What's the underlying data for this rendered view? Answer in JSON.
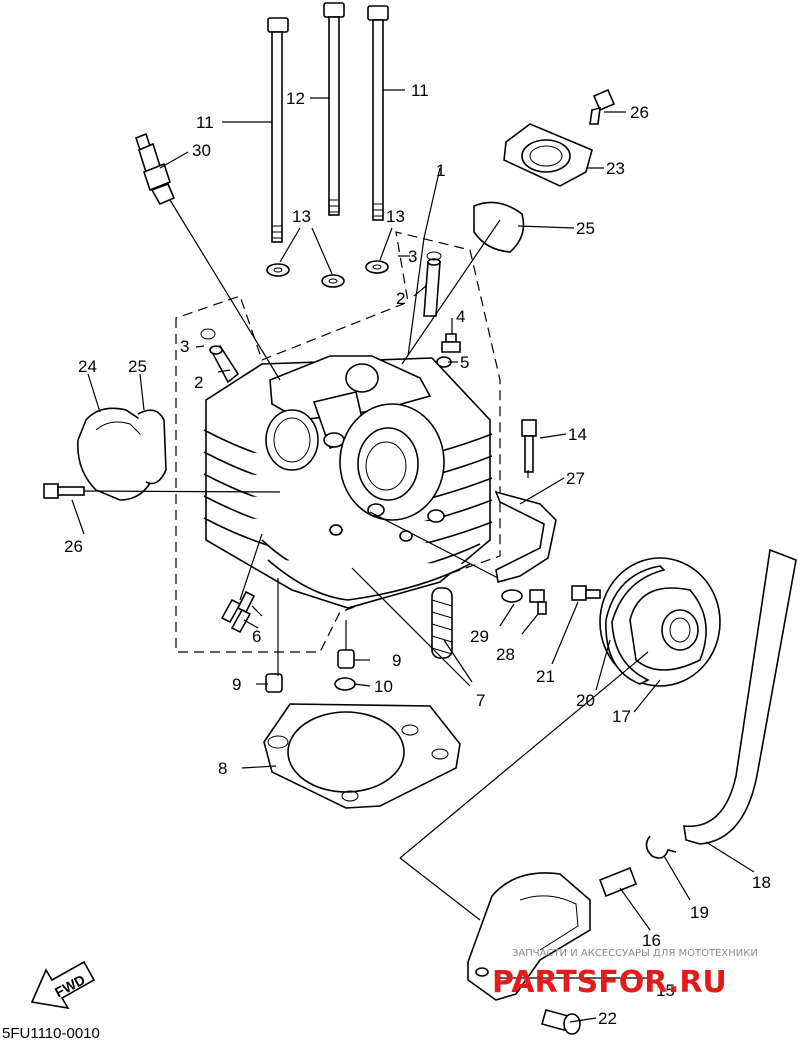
{
  "diagram": {
    "code": "5FU1110-0010",
    "fwd_label": "FWD",
    "callouts": {
      "c1": "1",
      "c2a": "2",
      "c2b": "2",
      "c3a": "3",
      "c3b": "3",
      "c4": "4",
      "c5": "5",
      "c6": "6",
      "c7": "7",
      "c8": "8",
      "c9a": "9",
      "c9b": "9",
      "c10": "10",
      "c11a": "11",
      "c11b": "11",
      "c12": "12",
      "c13a": "13",
      "c13b": "13",
      "c14": "14",
      "c15": "15",
      "c16": "16",
      "c17": "17",
      "c18": "18",
      "c19": "19",
      "c20": "20",
      "c21": "21",
      "c22": "22",
      "c23": "23",
      "c24": "24",
      "c25a": "25",
      "c25b": "25",
      "c26a": "26",
      "c26b": "26",
      "c27": "27",
      "c28": "28",
      "c29": "29",
      "c30": "30"
    }
  },
  "watermark": {
    "line1": "ЗАПЧАСТИ И АКСЕССУАРЫ ДЛЯ МОТОТЕХНИКИ",
    "line2": "PARTSFOR.RU"
  }
}
